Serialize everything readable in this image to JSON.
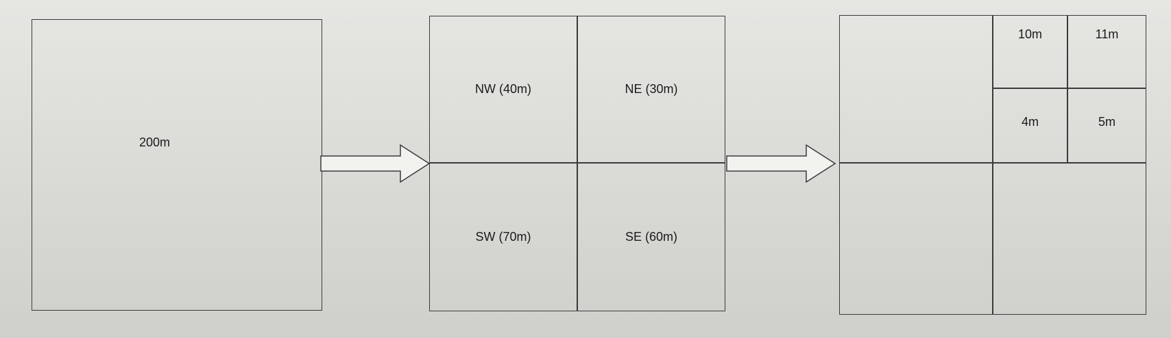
{
  "stage1": {
    "label": "200m"
  },
  "stage2": {
    "nw": "NW (40m)",
    "ne": "NE (30m)",
    "sw": "SW (70m)",
    "se": "SE (60m)"
  },
  "stage3": {
    "q1": "10m",
    "q2": "11m",
    "q3": "4m",
    "q4": "5m"
  }
}
